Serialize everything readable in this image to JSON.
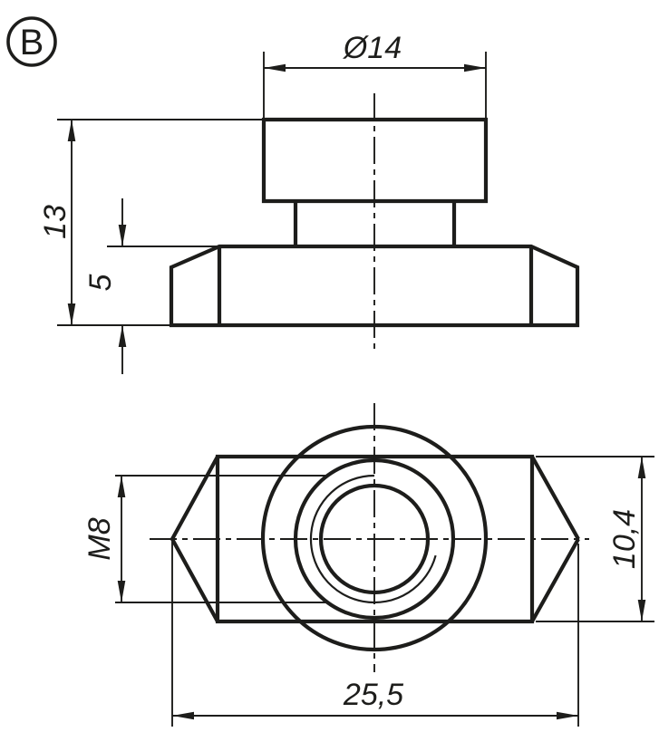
{
  "drawing": {
    "view_label": "B",
    "dimensions": {
      "head_diameter": "Ø14",
      "total_height": "13",
      "base_height": "5",
      "thread": "M8",
      "slot_width": "10,4",
      "length": "25,5"
    },
    "colors": {
      "line": "#1d1d1b",
      "background": "#ffffff"
    }
  }
}
